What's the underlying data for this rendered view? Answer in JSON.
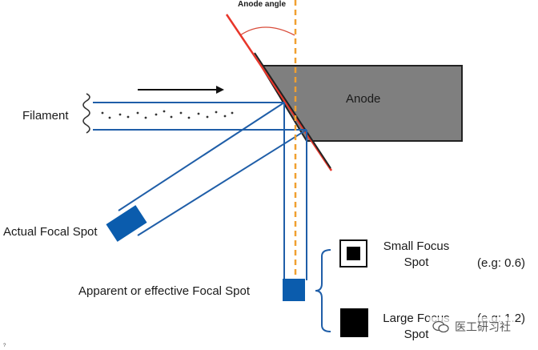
{
  "labels": {
    "anode_angle": "Anode angle",
    "anode": "Anode",
    "filament": "Filament",
    "actual_focal_spot": "Actual Focal Spot",
    "apparent_focal_spot": "Apparent or effective Focal Spot",
    "small_focus_line1": "Small Focus",
    "small_focus_line2": "Spot",
    "small_focus_example": "(e.g: 0.6)",
    "large_focus_line1": "Large Focus",
    "large_focus_line2": "Spot",
    "large_focus_example": "(e.g: 1.2)"
  },
  "watermark": {
    "text": "医工研习社"
  },
  "colors": {
    "beam_blue": "#1f5ea8",
    "spot_blue": "#0b5cad",
    "anode_gray": "#7f7f7f",
    "anode_edge": "#222222",
    "target_red": "#e8362a",
    "axis_orange": "#f0a030"
  },
  "icons": {
    "arrow": "right-arrow-icon",
    "filament_coil": "coil-icon",
    "bracket": "curly-bracket-icon"
  }
}
